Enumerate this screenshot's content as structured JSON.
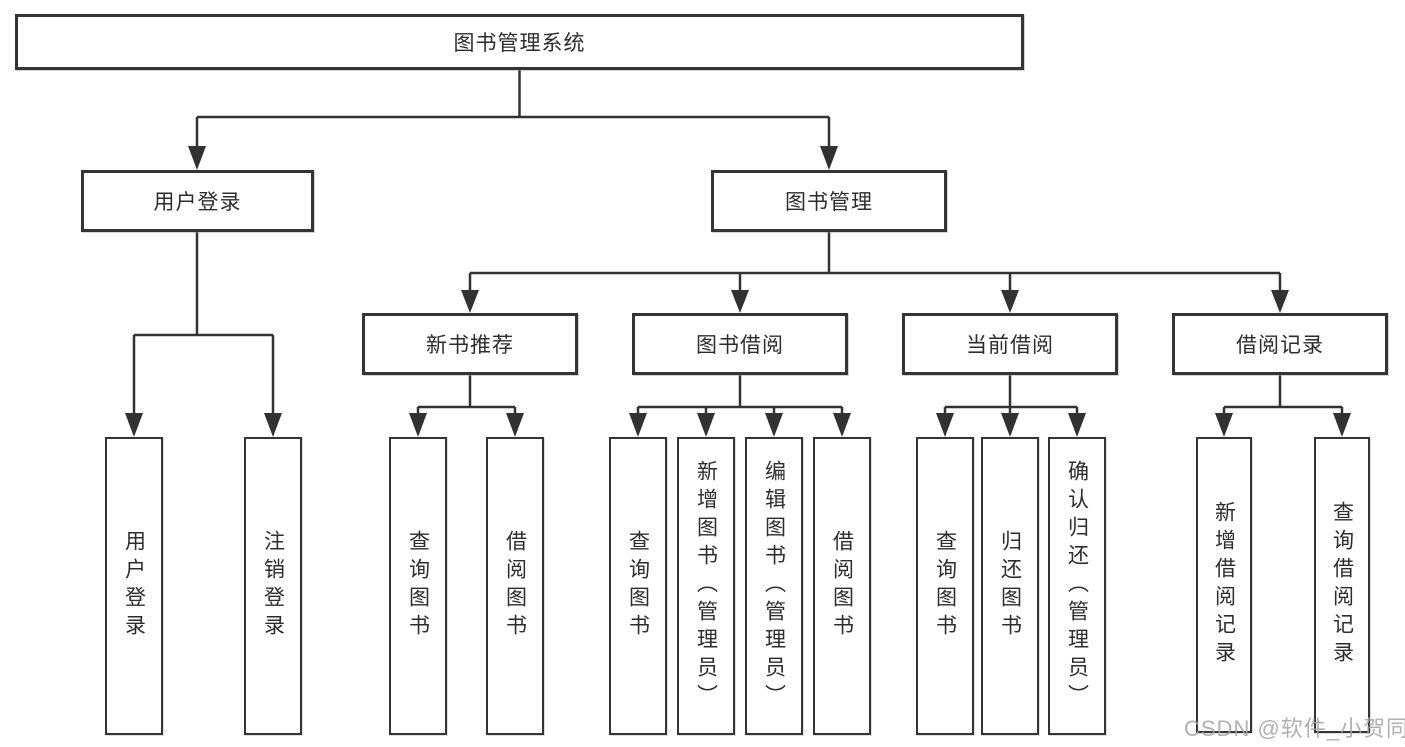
{
  "tree": {
    "label": "图书管理系统",
    "children": [
      {
        "label": "用户登录",
        "children": [
          {
            "label": "用户登录"
          },
          {
            "label": "注销登录"
          }
        ]
      },
      {
        "label": "图书管理",
        "children": [
          {
            "label": "新书推荐",
            "children": [
              {
                "label": "查询图书"
              },
              {
                "label": "借阅图书"
              }
            ]
          },
          {
            "label": "图书借阅",
            "children": [
              {
                "label": "查询图书"
              },
              {
                "label": "新增图书（管理员）"
              },
              {
                "label": "编辑图书（管理员）"
              },
              {
                "label": "借阅图书"
              }
            ]
          },
          {
            "label": "当前借阅",
            "children": [
              {
                "label": "查询图书"
              },
              {
                "label": "归还图书"
              },
              {
                "label": "确认归还（管理员）"
              }
            ]
          },
          {
            "label": "借阅记录",
            "children": [
              {
                "label": "新增借阅记录"
              },
              {
                "label": "查询借阅记录"
              }
            ]
          }
        ]
      }
    ]
  },
  "watermark": {
    "text": "CSDN @软件_小贺同学"
  },
  "colors": {
    "line": "#323232",
    "box_border": "#343434",
    "box_bg": "#ffffff",
    "text": "#2d2d2d",
    "watermark": "#a3a3a3",
    "background": "#ffffff"
  }
}
